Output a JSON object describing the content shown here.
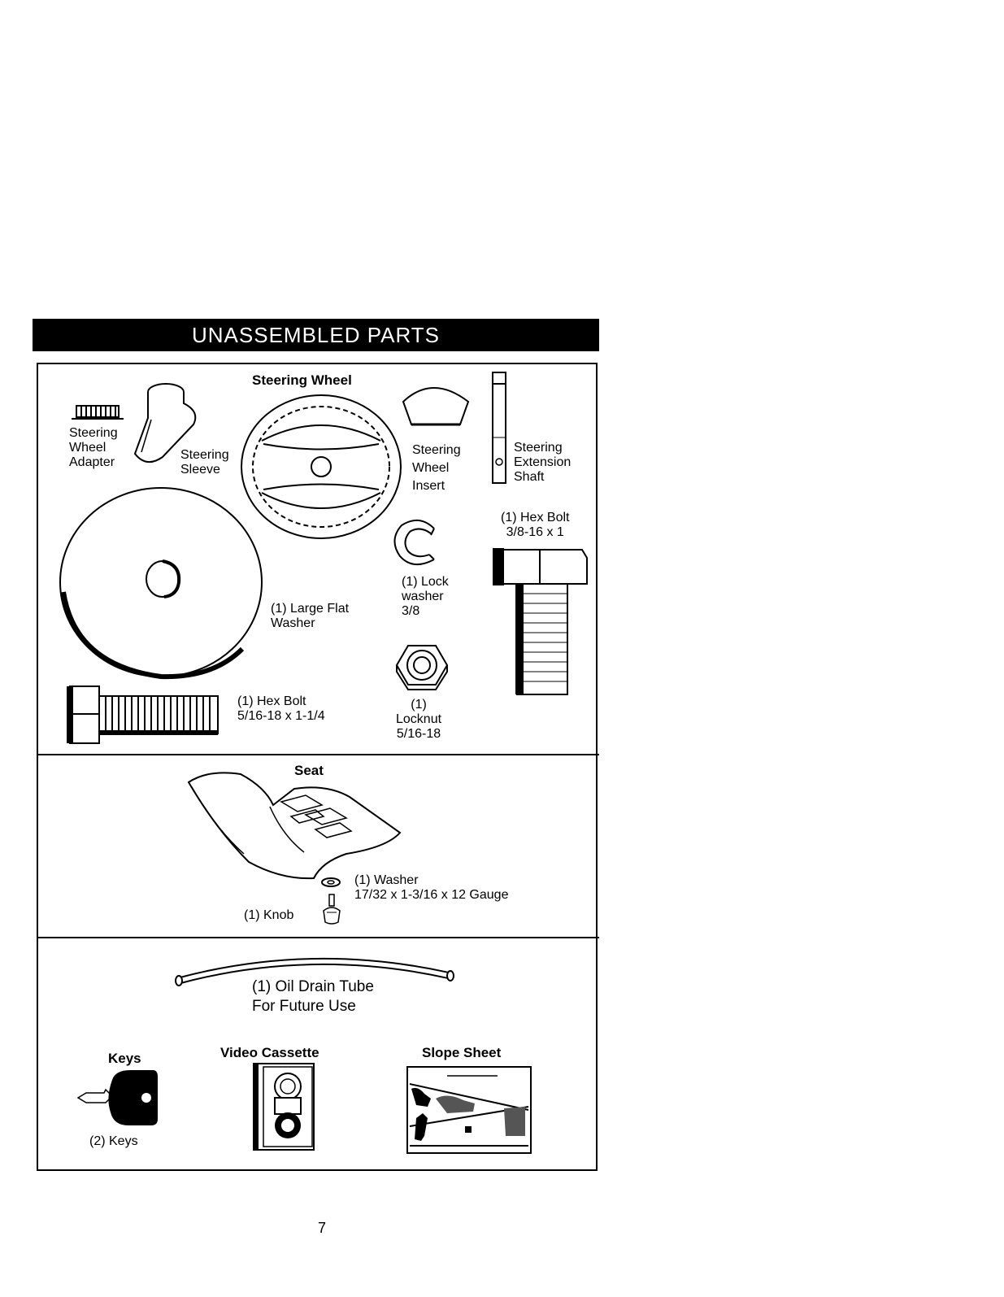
{
  "section_title": "UNASSEMBLED PARTS",
  "parts": {
    "steering_wheel_adapter": "Steering\nWheel\nAdapter",
    "steering_sleeve": "Steering\nSleeve",
    "steering_wheel": "Steering Wheel",
    "steering_wheel_insert": "Steering\nWheel\nInsert",
    "steering_extension_shaft": "Steering\nExtension\nShaft",
    "hex_bolt_large": "(1) Hex Bolt\n3/8-16 x 1",
    "lock_washer": "(1) Lock\nwasher\n3/8",
    "large_flat_washer": "(1) Large Flat\nWasher",
    "hex_bolt_small": "(1) Hex Bolt\n5/16-18 x 1-1/4",
    "locknut": "(1)\nLocknut\n5/16-18",
    "seat": "Seat",
    "seat_washer": "(1) Washer\n17/32 x 1-3/16 x 12 Gauge",
    "knob": "(1) Knob",
    "oil_drain_tube": "(1) Oil Drain Tube\nFor Future Use",
    "keys_title": "Keys",
    "keys_label": "(2) Keys",
    "video_cassette": "Video Cassette",
    "slope_sheet": "Slope Sheet"
  },
  "page_number": "7"
}
